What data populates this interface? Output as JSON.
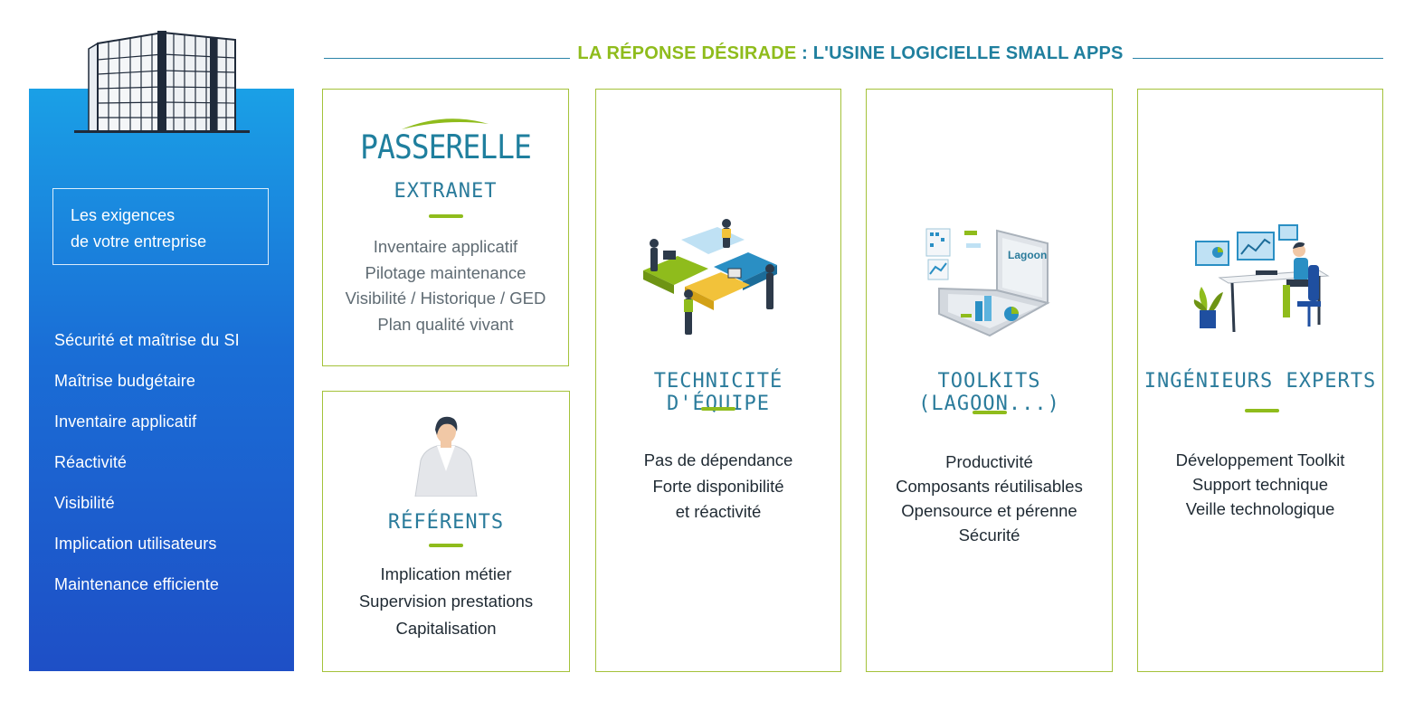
{
  "header": {
    "part1": "LA RÉPONSE DÉSIRADE",
    "sep": " : ",
    "part2": "L'USINE LOGICIELLE SMALL APPS"
  },
  "left": {
    "box_line1": "Les exigences",
    "box_line2": "de votre entreprise",
    "items": [
      "Sécurité et maîtrise du SI",
      "Maîtrise budgétaire",
      "Inventaire applicatif",
      "Réactivité",
      "Visibilité",
      "Implication utilisateurs",
      "Maintenance efficiente"
    ]
  },
  "passerelle": {
    "logo": "PASSERELLE",
    "title": "EXTRANET",
    "lines": [
      "Inventaire applicatif",
      "Pilotage maintenance",
      "Visibilité / Historique / GED",
      "Plan qualité vivant"
    ]
  },
  "referents": {
    "title": "RÉFÉRENTS",
    "lines": [
      "Implication métier",
      "Supervision prestations",
      "Capitalisation"
    ]
  },
  "technicite": {
    "title": "TECHNICITÉ D'ÉQUIPE",
    "lines": [
      "Pas de dépendance",
      "Forte disponibilité",
      "et réactivité"
    ]
  },
  "toolkits": {
    "title": "TOOLKITS (LAGOON...)",
    "logo": "Lagoon",
    "lines": [
      "Productivité",
      "Composants réutilisables",
      "Opensource et pérenne",
      "Sécurité"
    ]
  },
  "ingenieurs": {
    "title": "INGÉNIEURS EXPERTS",
    "lines": [
      "Développement Toolkit",
      "Support technique",
      "Veille technologique"
    ]
  },
  "colors": {
    "green": "#8fbc1c",
    "teal": "#1f7f9e",
    "blue_top": "#1aa0e6",
    "blue_bottom": "#1e4fc6"
  }
}
